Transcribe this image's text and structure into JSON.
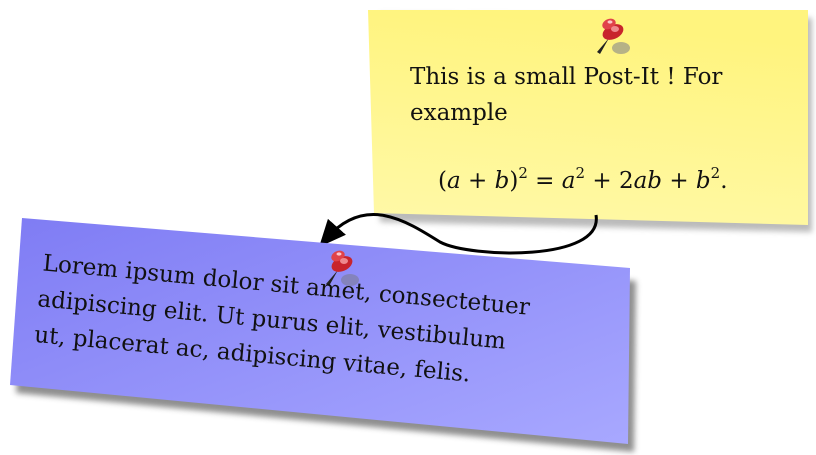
{
  "yellow_note": {
    "line1": "This is a small Post-It !  For",
    "line2": "example",
    "formula": "(a + b)² = a² + 2ab + b².",
    "color": "#fff68c"
  },
  "blue_note": {
    "line1": "Lorem ipsum dolor sit amet, consectetuer",
    "line2": "adipiscing elit.  Ut purus elit, vestibulum",
    "line3": "ut, placerat ac, adipiscing vitae, felis.",
    "color": "#8f8cff"
  },
  "pin_icon": "pushpin-icon",
  "connector": {
    "style": "curved-arrow",
    "color": "#000000"
  }
}
